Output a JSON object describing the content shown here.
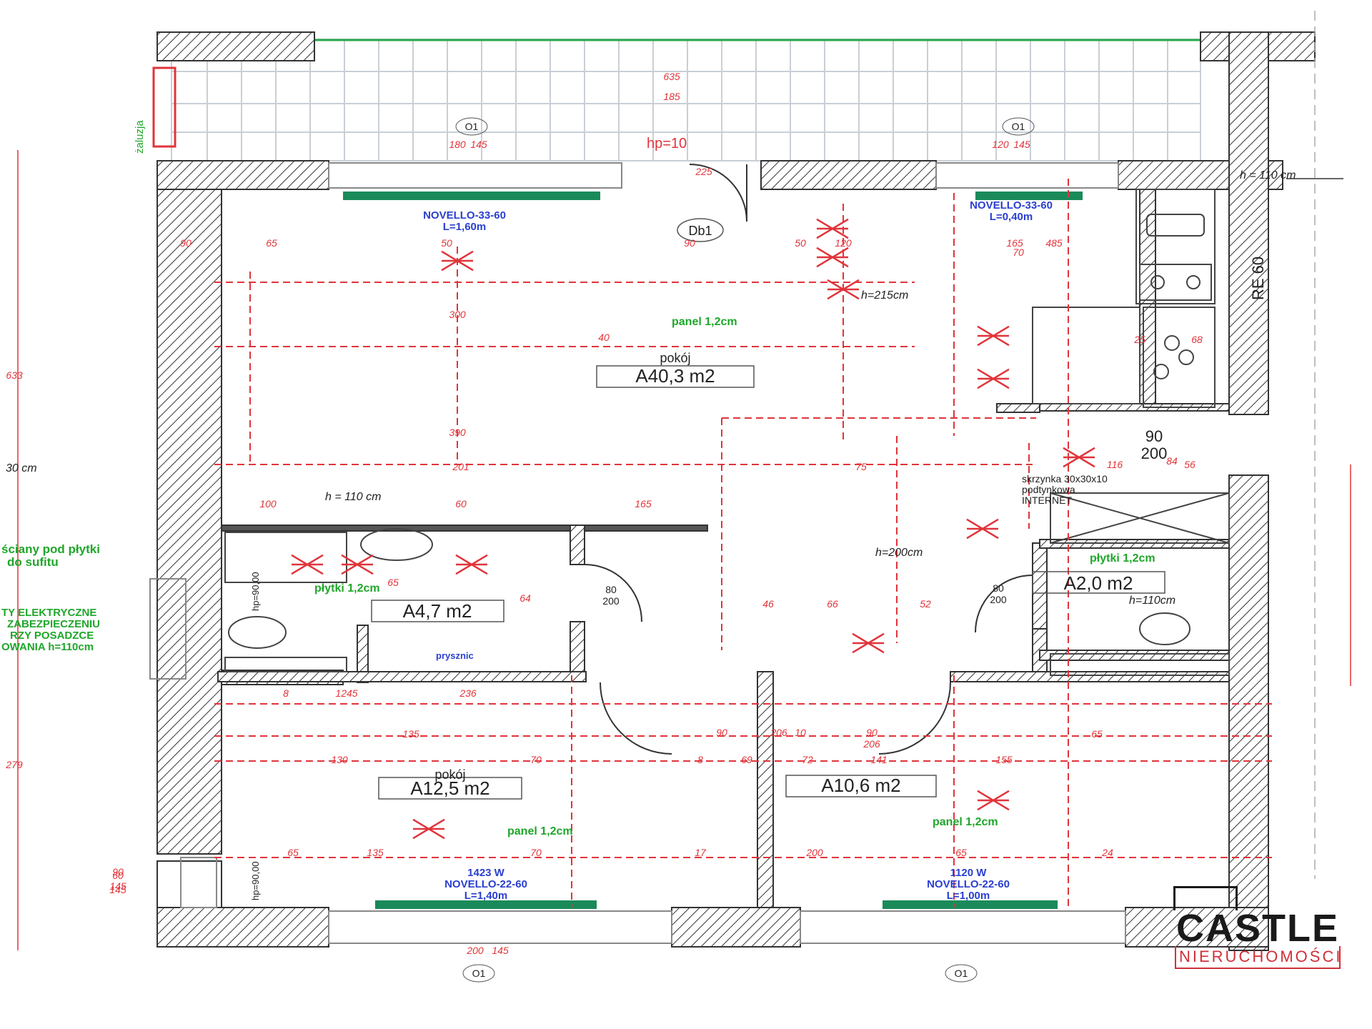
{
  "plan": {
    "rooms": [
      {
        "name": "pokój",
        "area": "A40,3 m2"
      },
      {
        "name": "",
        "area": "A4,7 m2"
      },
      {
        "name": "",
        "area": "A2,0 m2"
      },
      {
        "name": "pokój",
        "area": "A12,5 m2"
      },
      {
        "name": "",
        "area": "A10,6 m2"
      }
    ],
    "finish_labels": {
      "panel_top": "panel 1,2cm",
      "panel_bl": "panel 1,2cm",
      "panel_br": "panel 1,2cm",
      "plytki_bath": "płytki 1,2cm",
      "plytki_wc": "płytki 1,2cm"
    },
    "radiators": {
      "top_left_name": "NOVELLO-33-60",
      "top_left_len": "L=1,60m",
      "top_right_name": "NOVELLO-33-60",
      "top_right_len": "L=0,40m",
      "bottom_left_power": "1423 W",
      "bottom_left_name": "NOVELLO-22-60",
      "bottom_left_len": "L=1,40m",
      "bottom_right_power": "1120 W",
      "bottom_right_name": "NOVELLO-22-60",
      "bottom_right_len": "L=1,00m"
    },
    "heights": {
      "h215": "h=215cm",
      "h200": "h=200cm",
      "h110_kitchen": "h = 110 cm",
      "h110_bath": "h = 110 cm",
      "h110_wc": "h=110cm",
      "hp10": "hp=10",
      "hp90a": "hp=90,00",
      "hp90b": "hp=90,00"
    },
    "labels": {
      "db1": "Db1",
      "zaluzja": "żaluzja",
      "re60": "RE 60",
      "prysznic": "prysznic",
      "skrzynka1": "skrzynka 30x30x10",
      "skrzynka2": "podtynkowa",
      "skrzynka3": "INTERNET",
      "o1": "O1",
      "left1": "ściany pod płytki",
      "left2": "do sufitu",
      "left3": "TY ELEKTRYCZNE",
      "left4": "ZABEZPIECZENIU",
      "left5": "RZY POSADZCE",
      "left6": "OWANIA h=110cm",
      "left7": "30 cm",
      "door_80_200_a": "80",
      "door_80_200_b": "200",
      "door_90": "90",
      "door_200": "200"
    },
    "dims": [
      "635",
      "185",
      "180",
      "145",
      "120",
      "145",
      "225",
      "65",
      "90",
      "50",
      "50",
      "120",
      "165",
      "70",
      "485",
      "40",
      "90",
      "300",
      "390",
      "201",
      "75",
      "165",
      "60",
      "100",
      "65",
      "64",
      "46",
      "66",
      "52",
      "25",
      "68",
      "84",
      "116",
      "56",
      "8",
      "1245",
      "236",
      "135",
      "130",
      "70",
      "8",
      "69",
      "72",
      "141",
      "155",
      "65",
      "65",
      "135",
      "70",
      "17",
      "200",
      "65",
      "24",
      "10",
      "90",
      "206",
      "90",
      "206",
      "633",
      "279",
      "200",
      "145",
      "60",
      "145",
      "90",
      "145"
    ]
  },
  "logo": {
    "word": "CASTLE",
    "sub": "NIERUCHOMOŚCI"
  }
}
